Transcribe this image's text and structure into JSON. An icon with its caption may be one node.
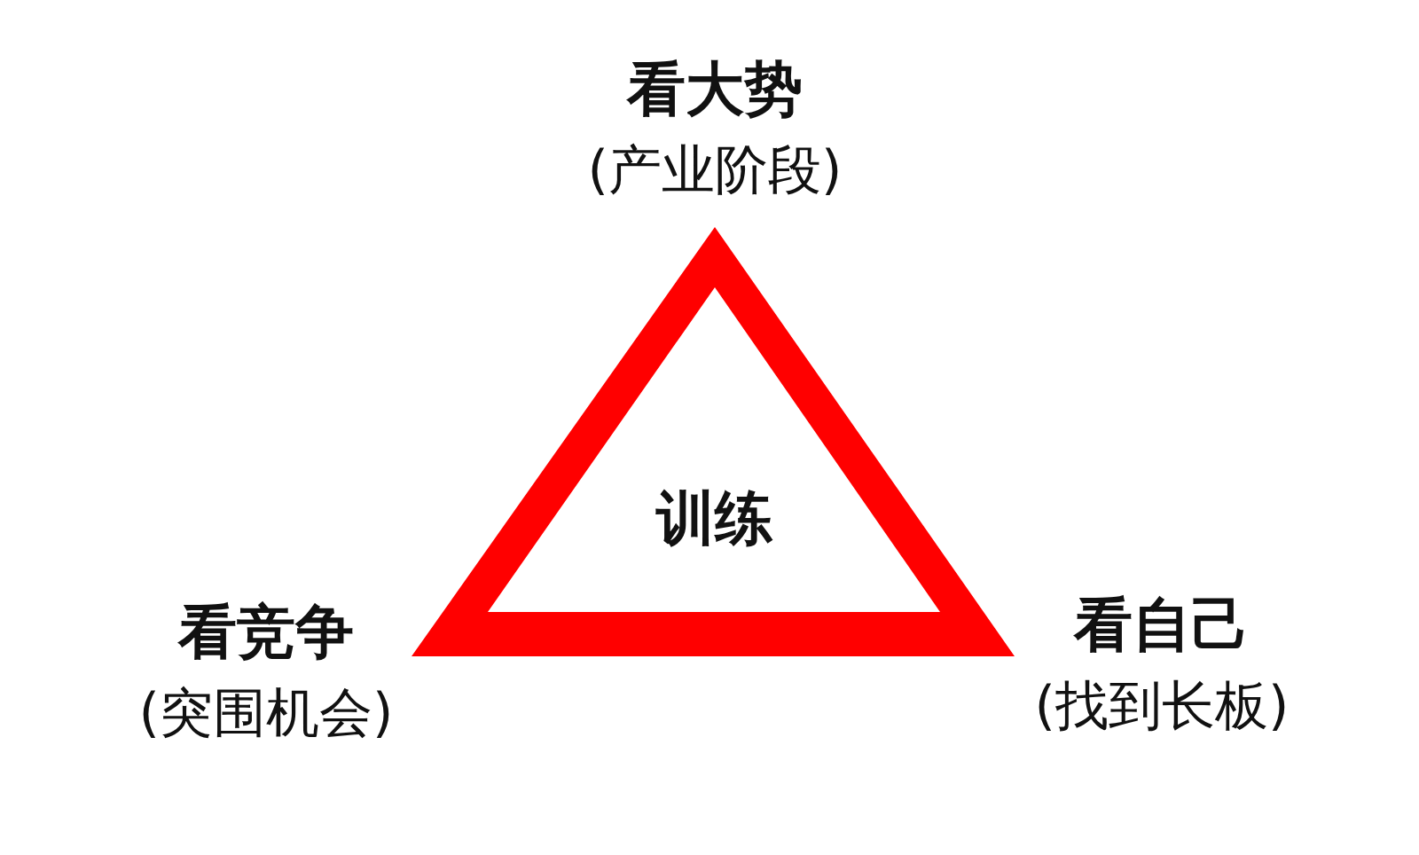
{
  "diagram": {
    "nodes": [
      {
        "text": [
          "训练"
        ]
      }
    ],
    "labels": [
      "看大势",
      "(产业阶段)",
      "看竞争",
      "(突围机会)",
      "看自己",
      "(找到长板)"
    ]
  }
}
